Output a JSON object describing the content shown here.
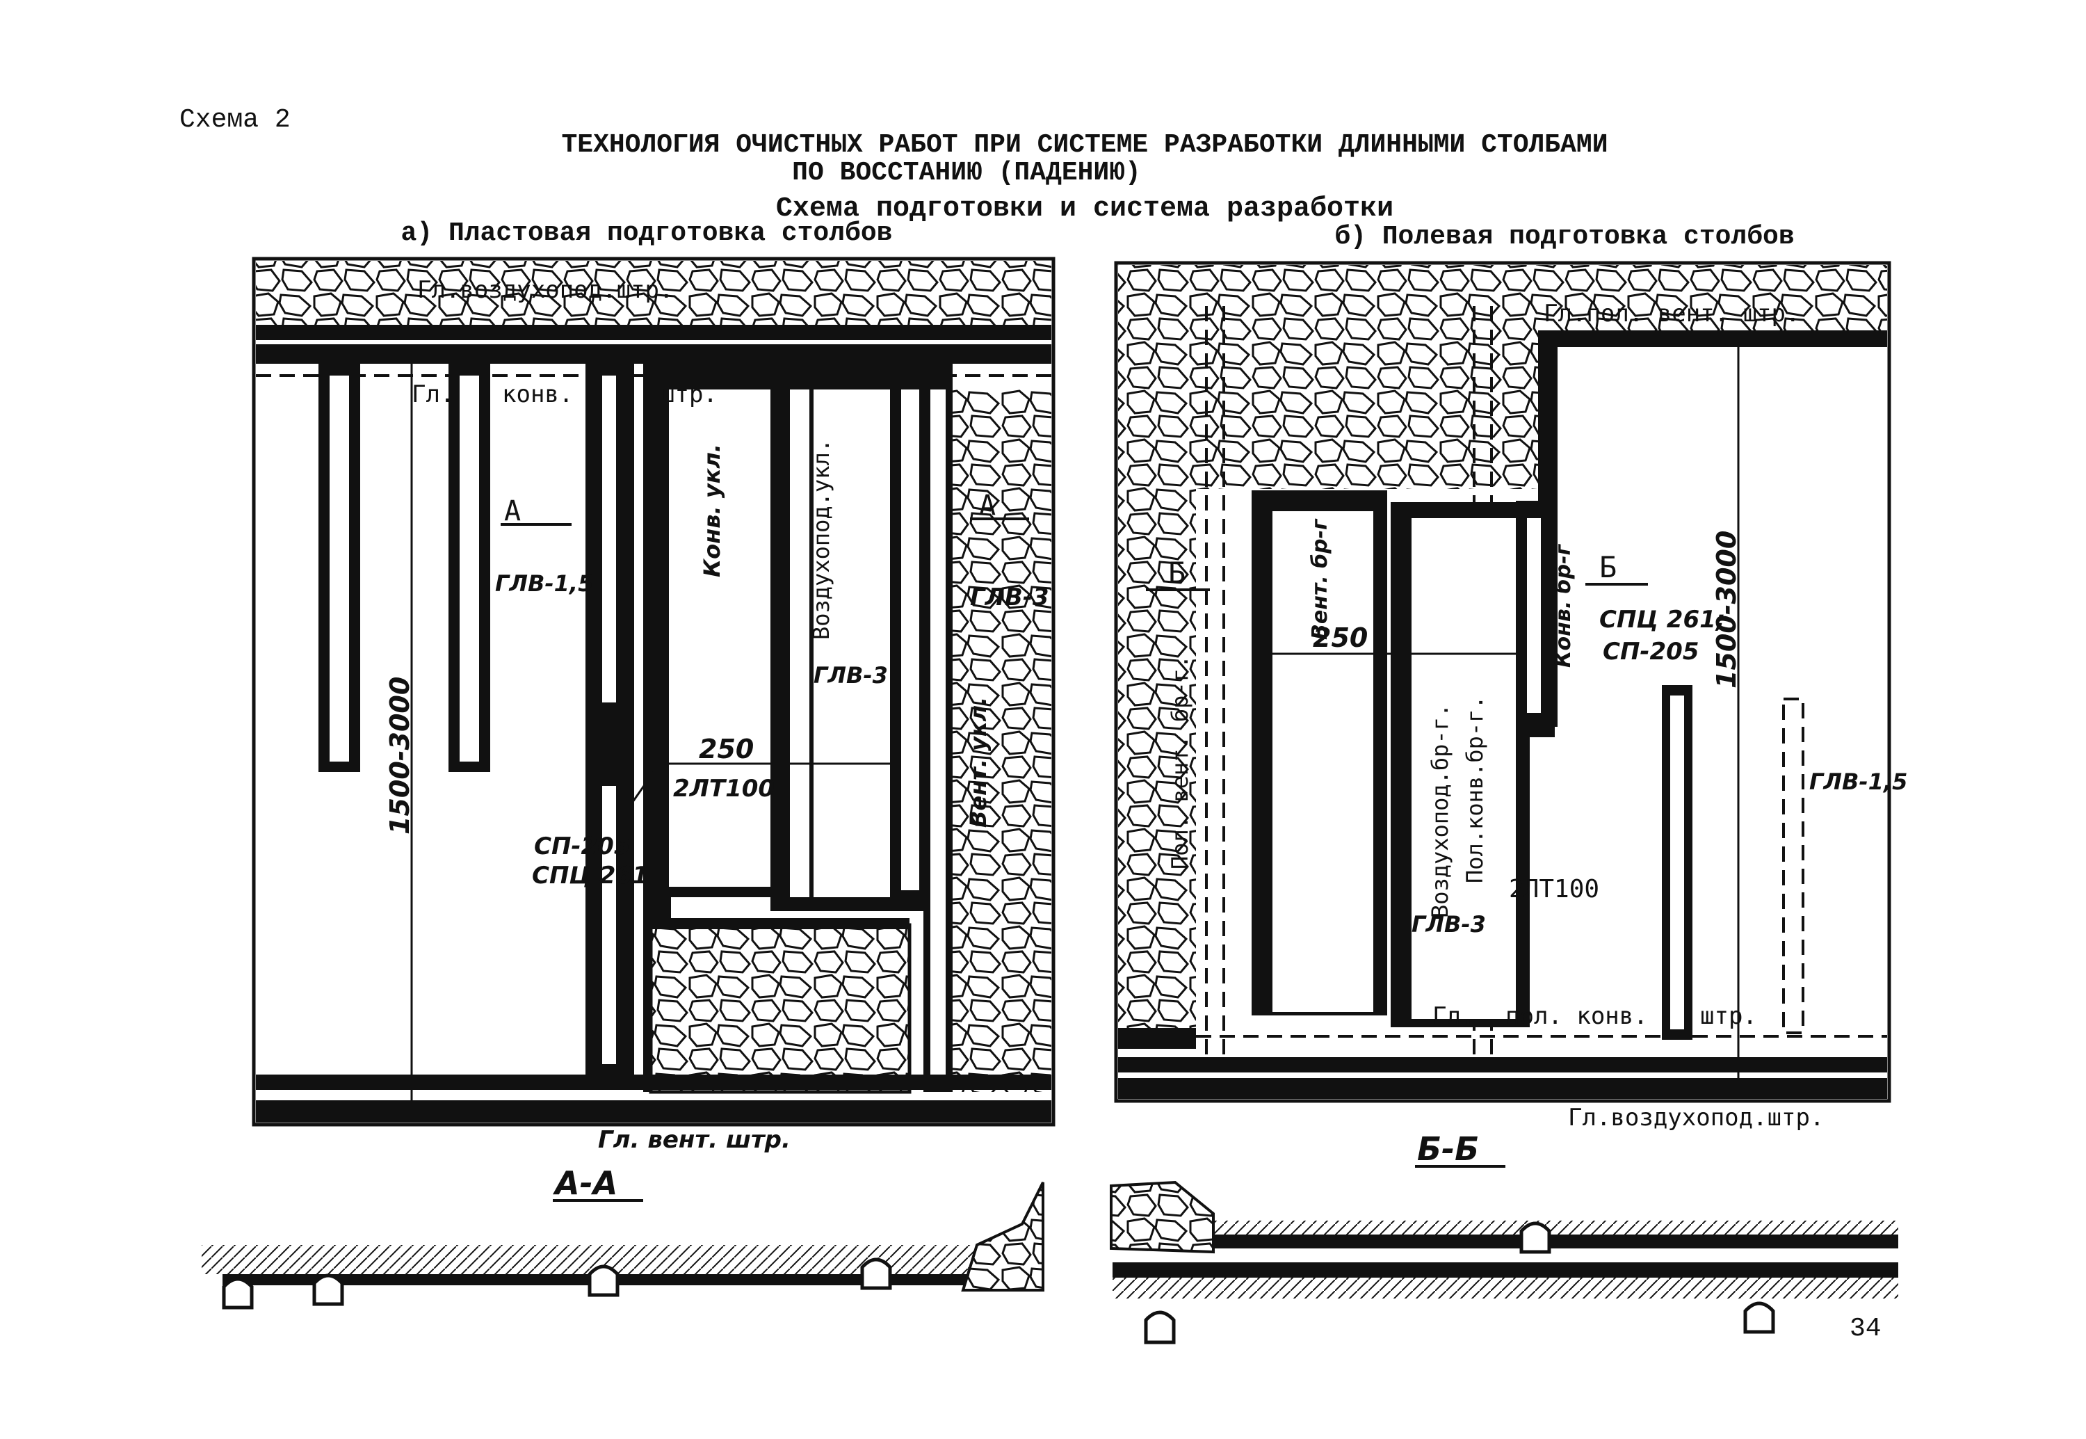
{
  "page": {
    "scheme_label": "Схема 2",
    "title_line1": "ТЕХНОЛОГИЯ ОЧИСТНЫХ РАБОТ ПРИ СИСТЕМЕ РАЗРАБОТКИ ДЛИННЫМИ СТОЛБАМИ",
    "title_line2": "ПО ВОССТАНИЮ (ПАДЕНИЮ)",
    "subtitle": "Схема подготовки и система разработки",
    "page_number": "34"
  },
  "panel_a": {
    "heading": "а) Пластовая подготовка столбов",
    "labels": {
      "top_drift": "Гл.воздухопод.штр.",
      "conv_drift_1": "Гл.",
      "conv_drift_2": "конв.",
      "conv_drift_3": "штр.",
      "air_incline": "Воздухопод.укл.",
      "conv_incline": "Конв. укл.",
      "vent_incline": "Вент. укл.",
      "section_mark_left": "А",
      "section_mark_right": "А",
      "glv15": "ГЛВ-1,5",
      "glv3_mid": "ГЛВ-3",
      "glv3_right": "ГЛВ-3",
      "length": "1500-3000",
      "width": "250",
      "conveyor": "2ЛТ100",
      "sp205": "СП-205",
      "spc261": "СПЦ 261",
      "bottom_drift": "Гл. вент. штр."
    }
  },
  "panel_b": {
    "heading": "б) Полевая подготовка столбов",
    "labels": {
      "top_drift": "Гл.пол. вент. штр.",
      "vent_br": "Вент. бр-г",
      "conv_br": "Конв. бр-г",
      "section_mark_left": "Б",
      "section_mark_right": "Б",
      "width": "250",
      "spc_sp": "СПЦ 261;",
      "sp205": "СП-205",
      "length": "1500-3000",
      "pol_vent": "Пол. вент. бр-г.",
      "air_br": "Воздухопод.бр-г.",
      "pol_conv": "Пол.конв.бр-г.",
      "conveyor": "2ЛТ100",
      "glv3": "ГЛВ-3",
      "glv15": "ГЛВ-1,5",
      "bottom_conv_1": "Гл.",
      "bottom_conv_2": "пол. конв.",
      "bottom_conv_3": "штр.",
      "bottom_drift": "Гл.воздухопод.штр."
    }
  },
  "sections": {
    "aa": "А-А",
    "bb": "Б-Б"
  },
  "colors": {
    "ink": "#111111",
    "paper": "#ffffff"
  }
}
